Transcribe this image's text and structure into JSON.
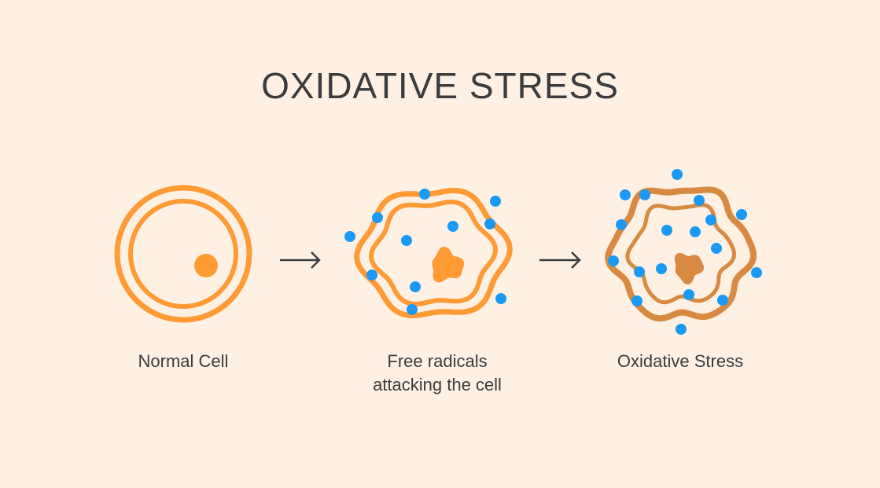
{
  "title": "OXIDATIVE STRESS",
  "stages": [
    {
      "label": "Normal Cell"
    },
    {
      "label_line1": "Free radicals",
      "label_line2": "attacking the cell"
    },
    {
      "label": "Oxidative Stress"
    }
  ],
  "colors": {
    "background": "#FEF1E4",
    "healthy_cell": "#FF9A35",
    "stressed_cell": "#D98A42",
    "free_radical": "#1A9AF5",
    "text": "#3c3c3c"
  }
}
